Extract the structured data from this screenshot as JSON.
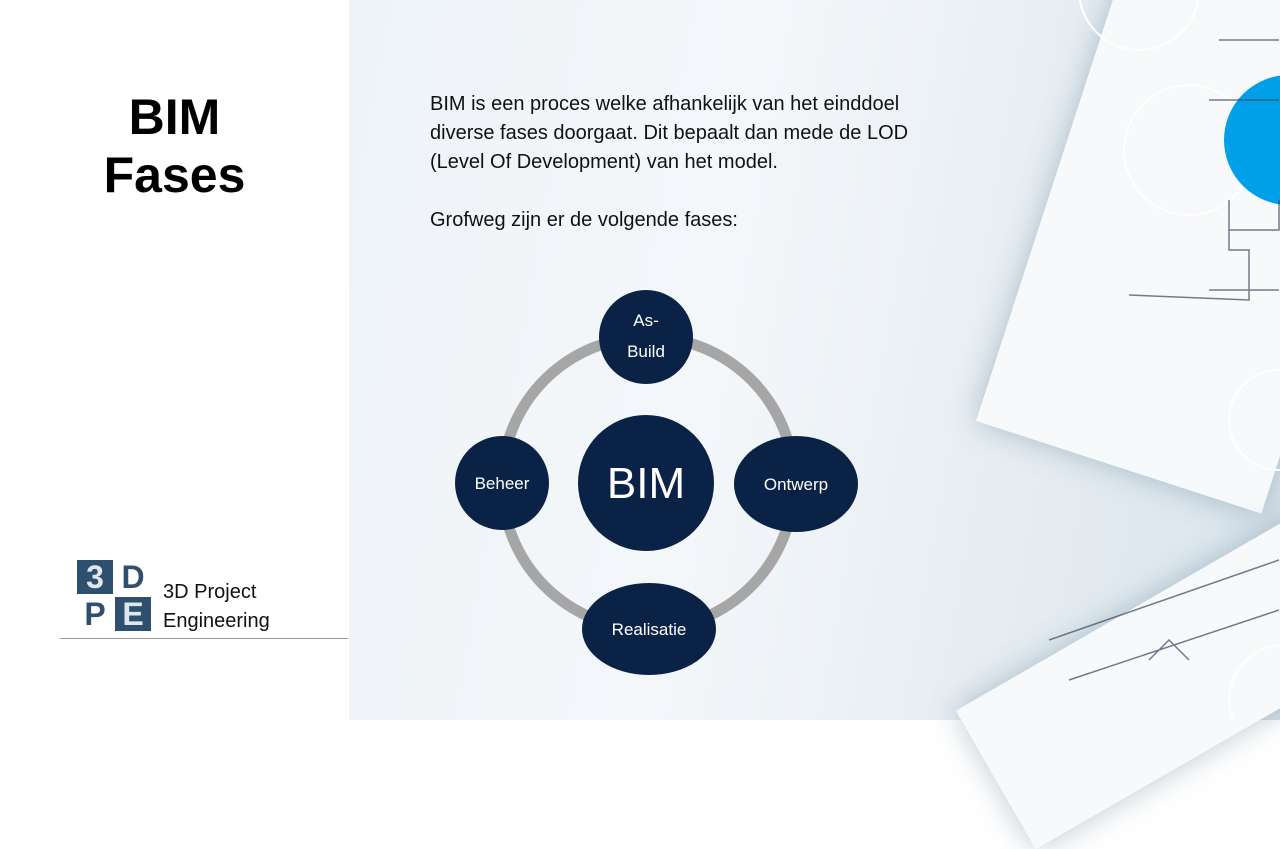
{
  "slide": {
    "title_line1": "BIM",
    "title_line2": "Fases",
    "paragraph1": "BIM is een proces welke afhankelijk van het einddoel diverse fases doorgaat. Dit bepaalt dan mede de LOD (Level Of Development) van het model.",
    "paragraph2": "Grofweg zijn er de volgende fases:"
  },
  "logo": {
    "letters": [
      "3",
      "D",
      "P",
      "E"
    ],
    "company_line1": "3D Project",
    "company_line2": "Engineering"
  },
  "diagram": {
    "center": "BIM",
    "phases": {
      "top_line1": "As-",
      "top_line2": "Build",
      "right": "Ontwerp",
      "bottom": "Realisatie",
      "left": "Beheer"
    }
  },
  "colors": {
    "node": "#0b2247",
    "ring": "#a6a6a6",
    "accent": "#00a0e9",
    "logo": "#2f4f6f"
  }
}
